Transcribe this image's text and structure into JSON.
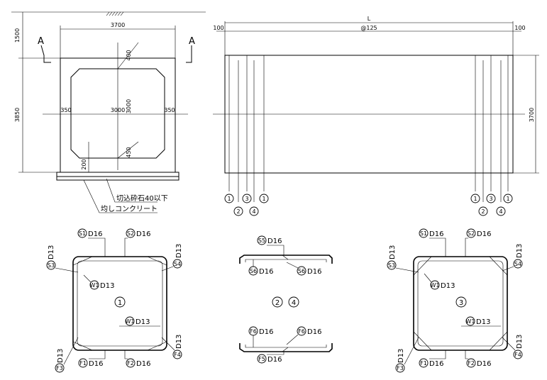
{
  "section_view": {
    "dims": {
      "top_cover": "1500",
      "total_width": "3700",
      "height": "3850",
      "left_wall": "350",
      "inner_width": "3000",
      "right_wall": "350",
      "inner_height": "3000",
      "haunch_top": "400",
      "haunch_bottom": "450",
      "base": "200"
    },
    "section_mark": "A",
    "callouts": [
      "切込砕石40以下",
      "均しコンクリート"
    ]
  },
  "plan_view": {
    "dims": {
      "length": "L",
      "end_left": "100",
      "pitch": "@125",
      "end_right": "100",
      "height": "3700"
    },
    "markers_top": [
      "1",
      "3",
      "1"
    ],
    "markers_bottom": [
      "2",
      "4"
    ],
    "markers_right_top": [
      "1",
      "3",
      "1"
    ],
    "markers_right_bottom": [
      "2",
      "4"
    ]
  },
  "rebar_1": {
    "center": "1",
    "s1": {
      "code": "S1",
      "size": "D16"
    },
    "s2": {
      "code": "S2",
      "size": "D16"
    },
    "s3": {
      "code": "S3",
      "size": "D13"
    },
    "s4": {
      "code": "S4",
      "size": "D13"
    },
    "w1": {
      "code": "W1",
      "size": "D13"
    },
    "w1b": {
      "code": "W1",
      "size": "D13"
    },
    "f1": {
      "code": "F1",
      "size": "D16"
    },
    "f2": {
      "code": "F2",
      "size": "D16"
    },
    "f3": {
      "code": "F3",
      "size": "D13"
    },
    "f4": {
      "code": "F4",
      "size": "D13"
    }
  },
  "rebar_24": {
    "center_a": "2",
    "center_b": "4",
    "s5": {
      "code": "S5",
      "size": "D16"
    },
    "s6": {
      "code": "S6",
      "size": "D16"
    },
    "s6b": {
      "code": "S6",
      "size": "D16"
    },
    "f5": {
      "code": "F5",
      "size": "D16"
    },
    "f6": {
      "code": "F6",
      "size": "D16"
    },
    "f6b": {
      "code": "F6",
      "size": "D16"
    }
  },
  "rebar_3": {
    "center": "3",
    "s1": {
      "code": "S1",
      "size": "D16"
    },
    "s2": {
      "code": "S2",
      "size": "D16"
    },
    "s3": {
      "code": "S3",
      "size": "D13"
    },
    "s4": {
      "code": "S4",
      "size": "D13"
    },
    "w1": {
      "code": "W1",
      "size": "D13"
    },
    "w1b": {
      "code": "W1",
      "size": "D13"
    },
    "f1": {
      "code": "F1",
      "size": "D16"
    },
    "f2": {
      "code": "F2",
      "size": "D16"
    },
    "f3": {
      "code": "F3",
      "size": "D13"
    },
    "f4": {
      "code": "F4",
      "size": "D13"
    }
  }
}
